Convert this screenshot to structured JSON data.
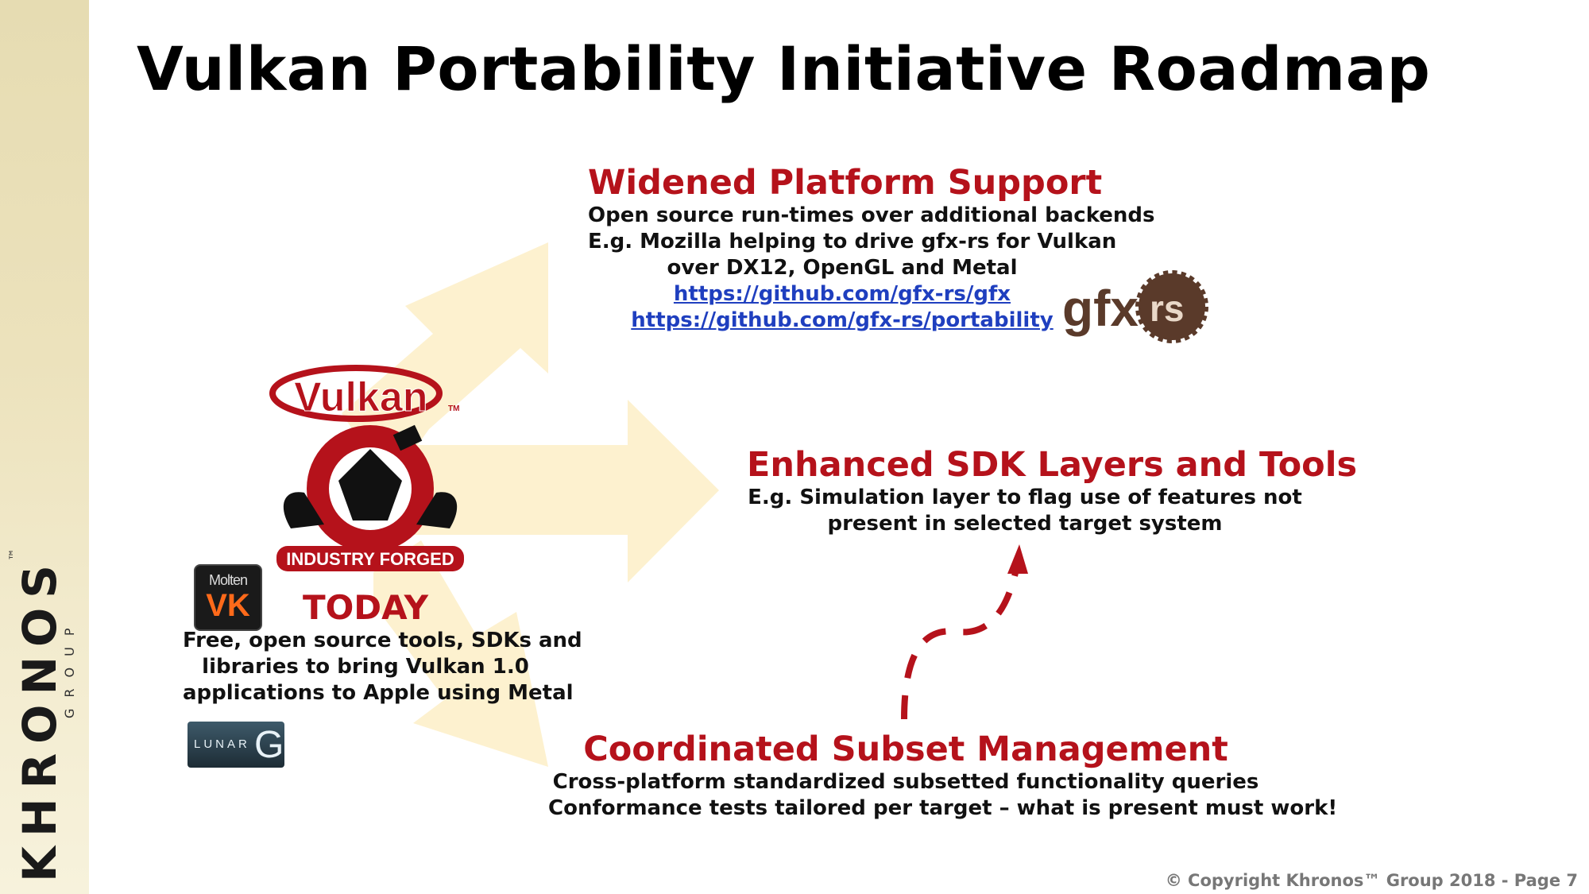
{
  "slide": {
    "title": "Vulkan Portability Initiative Roadmap",
    "footer": "© Copyright Khronos™ Group 2018 - Page 7"
  },
  "brand": {
    "wordmark": "KHRONOS",
    "sub": "GROUP",
    "tm": "™"
  },
  "colors": {
    "heading_red": "#b5121b",
    "arrow_fill": "#fdf1cf",
    "link_blue": "#1f3fbf",
    "sidebar_tan": "#ece2bc"
  },
  "widened": {
    "heading": "Widened Platform Support",
    "lines": [
      "Open source run-times over additional backends",
      "E.g. Mozilla helping to drive gfx-rs for Vulkan",
      "over DX12, OpenGL and Metal"
    ],
    "links": [
      "https://github.com/gfx-rs/gfx",
      "https://github.com/gfx-rs/portability"
    ],
    "logo_text": "gfx",
    "logo_badge": "rs"
  },
  "enhanced": {
    "heading": "Enhanced SDK Layers and Tools",
    "lines": [
      "E.g. Simulation layer to flag use of features not",
      "present in selected target system"
    ]
  },
  "coordinated": {
    "heading": "Coordinated Subset Management",
    "lines": [
      "Cross-platform standardized subsetted functionality queries",
      "Conformance tests tailored per target – what is present must work!"
    ]
  },
  "today": {
    "heading": "TODAY",
    "lines": [
      "Free, open source tools, SDKs and",
      "libraries to bring Vulkan 1.0",
      "applications to Apple using Metal"
    ]
  },
  "logos": {
    "vulkan_text": "Vulkan",
    "vulkan_tm": "TM",
    "vulkan_tagline": "INDUSTRY FORGED",
    "molten_top": "Molten",
    "molten_bottom": "VK",
    "lunarg_text": "LUNAR",
    "lunarg_mark": "G"
  }
}
